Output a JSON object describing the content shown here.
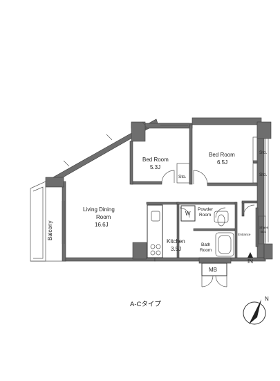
{
  "rooms": {
    "bed1_name": "Bed Room",
    "bed1_size": "5.3J",
    "bed2_name": "Bed Room",
    "bed2_size": "6.5J",
    "ldk_line1": "Living Dining",
    "ldk_line2": "Room",
    "ldk_size": "16.6J",
    "kitchen_name": "Kitchen",
    "kitchen_size": "3.5J",
    "powder_line1": "Powder",
    "powder_line2": "Room",
    "bath_line1": "Bath",
    "bath_line2": "Room",
    "balcony": "Balcony",
    "entrance": "Entrance",
    "shoes_line1": "Shoes",
    "shoes_line2": "Box"
  },
  "storage": {
    "sto_a": "Sto.",
    "sto_b": "Sto.",
    "sto_c": "Sto."
  },
  "fixtures": {
    "washer": "W",
    "mb": "MB",
    "in_label": "IN"
  },
  "plan_type": "A-Cタイプ",
  "compass": {
    "north": "N"
  }
}
